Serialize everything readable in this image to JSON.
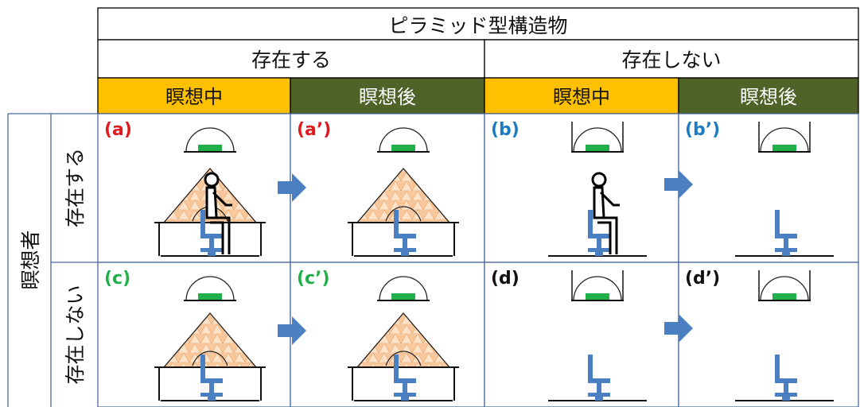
{
  "header": {
    "title": "ピラミッド型構造物",
    "col_groups": [
      "存在する",
      "存在しない"
    ],
    "phase_during": "瞑想中",
    "phase_after": "瞑想後"
  },
  "rows": {
    "axis_label": "瞑想者",
    "labels": [
      "存在する",
      "存在しない"
    ]
  },
  "panels": [
    {
      "id": "a",
      "label": "(a)",
      "label_color": "#e0191e",
      "pyramid": true,
      "person": true
    },
    {
      "id": "a2",
      "label": "(a’)",
      "label_color": "#e0191e",
      "pyramid": true,
      "person": false
    },
    {
      "id": "b",
      "label": "(b)",
      "label_color": "#1f7bc1",
      "pyramid": false,
      "person": true
    },
    {
      "id": "b2",
      "label": "(b’)",
      "label_color": "#1f7bc1",
      "pyramid": false,
      "person": false
    },
    {
      "id": "c",
      "label": "(c)",
      "label_color": "#1fb04a",
      "pyramid": true,
      "person": false
    },
    {
      "id": "c2",
      "label": "(c’)",
      "label_color": "#1fb04a",
      "pyramid": true,
      "person": false
    },
    {
      "id": "d",
      "label": "(d)",
      "label_color": "#111111",
      "pyramid": false,
      "person": false
    },
    {
      "id": "d2",
      "label": "(d’)",
      "label_color": "#111111",
      "pyramid": false,
      "person": false
    }
  ],
  "colors": {
    "during_fill": "#ffc000",
    "after_fill": "#4f6228",
    "after_text": "#ffffff",
    "grid_line": "#4a6b9c",
    "arrow": "#4a7fc1",
    "chair": "#4a7fc1",
    "sensor": "#1fb04a",
    "pyramid_fill": "#f9c79c"
  }
}
